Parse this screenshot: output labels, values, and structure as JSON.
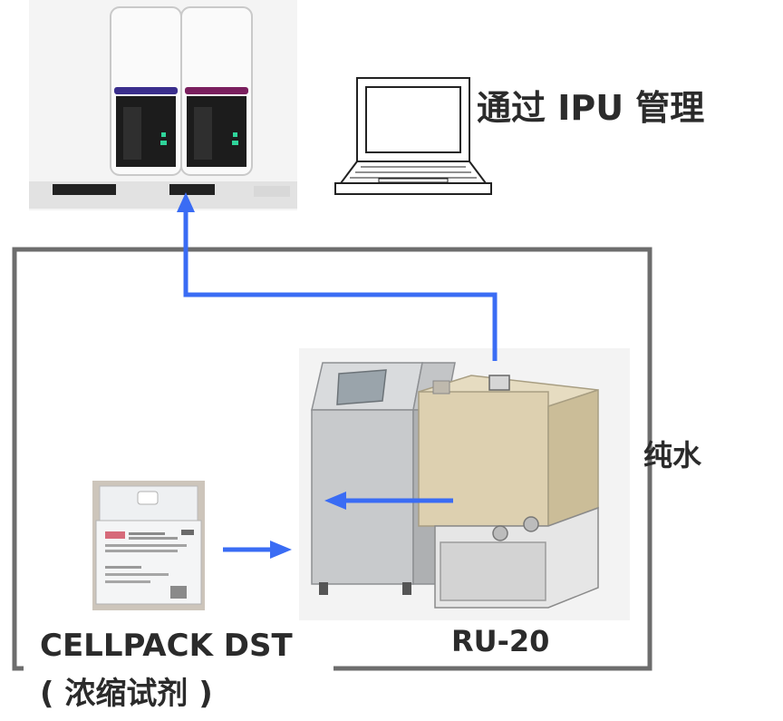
{
  "labels": {
    "ipu_management": "通过 IPU 管理",
    "pure_water": "纯水",
    "ru20": "RU-20",
    "cellpack_line1": "CELLPACK DST",
    "cellpack_line2": "( 浓缩试剂 )"
  },
  "colors": {
    "frame_line": "#6d6d6d",
    "flow_arrow": "#3a6cf4",
    "text": "#2b2b2b",
    "tank": "#d9ccaa",
    "cabinet": "#c8cacc"
  },
  "icons": {
    "analyzer": "hematology-analyzer-icon",
    "laptop": "laptop-icon",
    "ru20": "ru20-unit-icon",
    "cellpack": "cellpack-box-icon"
  }
}
